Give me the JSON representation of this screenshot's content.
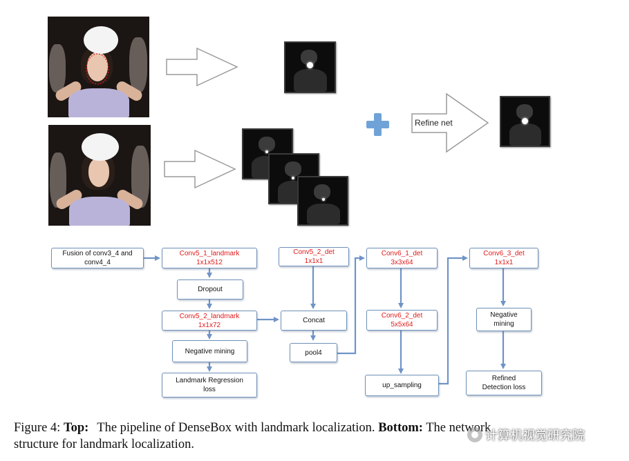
{
  "diagram": {
    "top_labels": {
      "refine_net": "Refine net"
    },
    "boxes": {
      "fusion": {
        "line1": "Fusion of conv3_4 and",
        "line2": "conv4_4"
      },
      "conv5_1": {
        "line1": "Conv5_1_landmark",
        "line2": "1x1x512"
      },
      "dropout": {
        "line1": "Dropout"
      },
      "conv5_2_landmark": {
        "line1": "Conv5_2_landmark",
        "line2": "1x1x72"
      },
      "negative_mining_left": {
        "line1": "Negative mining"
      },
      "landmark_loss": {
        "line1": "Landmark Regression",
        "line2": "loss"
      },
      "conv5_2_det": {
        "line1": "Conv5_2_det",
        "line2": "1x1x1"
      },
      "concat": {
        "line1": "Concat"
      },
      "pool4": {
        "line1": "pool4"
      },
      "conv6_1_det": {
        "line1": "Conv6_1_det",
        "line2": "3x3x64"
      },
      "conv6_2_det": {
        "line1": "Conv6_2_det",
        "line2": "5x5x64"
      },
      "up_sampling": {
        "line1": "up_sampling"
      },
      "conv6_3_det": {
        "line1": "Conv6_3_det",
        "line2": "1x1x1"
      },
      "negative_mining_right": {
        "line1": "Negative",
        "line2": "mining"
      },
      "refined_loss": {
        "line1": "Refined",
        "line2": "Detection loss"
      }
    },
    "colors": {
      "box_border": "#6d8fb8",
      "arrow": "#6f93c6",
      "red_text": "#e01b1b",
      "plus": "#6fa3d8"
    }
  },
  "caption": {
    "figure_label": "Figure 4:",
    "top_label": "Top:",
    "top_text": "The pipeline of DenseBox with landmark localization.",
    "bottom_label": "Bottom:",
    "bottom_text": "The network",
    "line2": "structure for landmark localization."
  },
  "watermark": {
    "text": "计算机视觉研究院",
    "icon": "wechat-icon"
  }
}
